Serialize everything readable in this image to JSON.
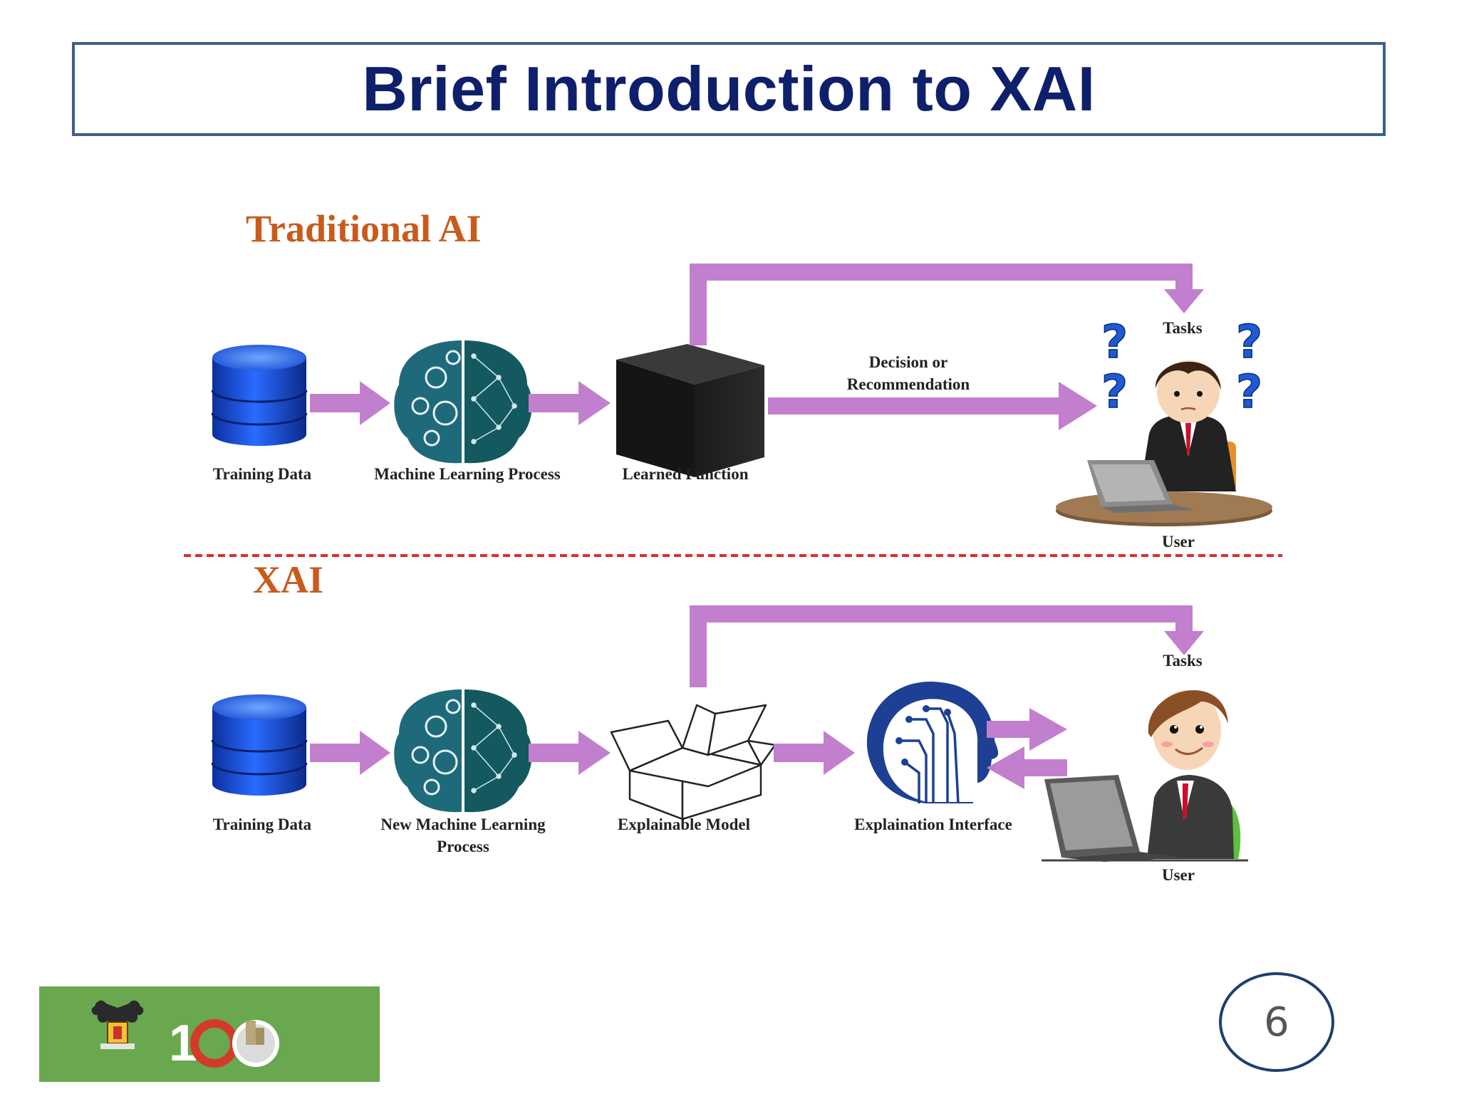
{
  "slide": {
    "title": "Brief Introduction to XAI",
    "page_number": "6"
  },
  "traditional": {
    "heading": "Traditional AI",
    "training_data": "Training Data",
    "ml_process": "Machine Learning Process",
    "learned_function": "Learned Function",
    "decision_line1": "Decision or",
    "decision_line2": "Recommendation",
    "tasks": "Tasks",
    "user": "User"
  },
  "xai": {
    "heading": "XAI",
    "training_data": "Training Data",
    "ml_process_line1": "New Machine Learning",
    "ml_process_line2": "Process",
    "explainable_model": "Explainable Model",
    "interface": "Explaination Interface",
    "tasks": "Tasks",
    "user": "User"
  },
  "colors": {
    "title": "#0e1f6b",
    "title_border": "#3e5f8a",
    "section_heading": "#c95a1c",
    "arrow": "#c27fce",
    "divider": "#e02b2b",
    "logo_bg": "#6aa84f"
  },
  "icons": [
    "database-icon",
    "brain-gears-icon",
    "black-box-icon",
    "open-box-icon",
    "ai-head-icon",
    "confused-user-icon",
    "question-mark-icon",
    "happy-user-icon",
    "laptop-icon",
    "university-crest-icon"
  ]
}
